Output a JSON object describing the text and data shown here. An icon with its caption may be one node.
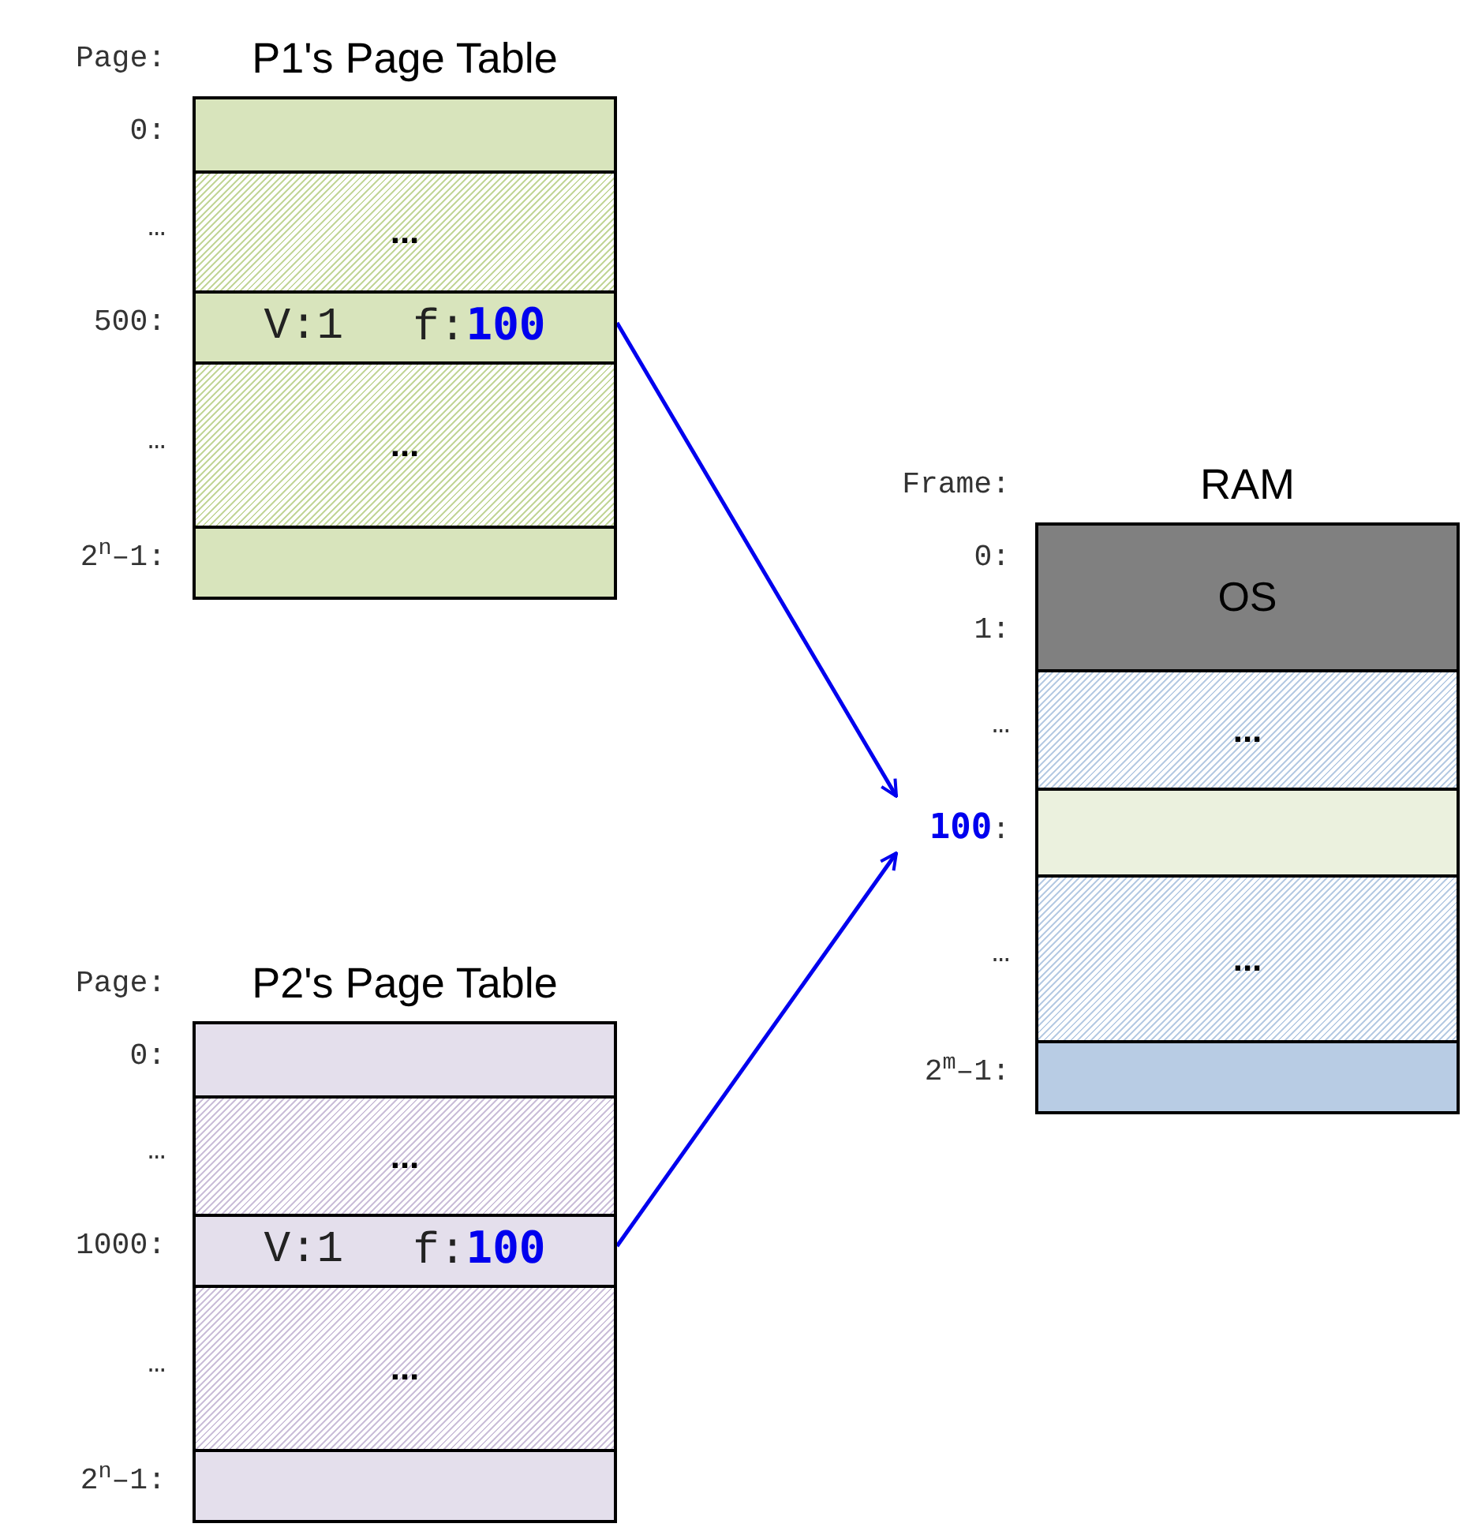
{
  "diagram": {
    "nodes": [
      {
        "text": [
          "P1's Page Table"
        ],
        "beside": [
          "Page:"
        ]
      },
      {
        "text": [],
        "shape": "box",
        "in": 0,
        "beside": [
          "0:"
        ]
      },
      {
        "text": [
          "..."
        ],
        "in": 0,
        "beside": [
          "…"
        ]
      },
      {
        "text": [
          "V:1",
          "f:**100**"
        ],
        "in": 0,
        "beside": [
          "500:"
        ]
      },
      {
        "text": [
          "..."
        ],
        "in": 0,
        "beside": [
          "…"
        ]
      },
      {
        "text": [],
        "shape": "box",
        "in": 0,
        "beside": [
          "2$^{n}$–1:"
        ]
      },
      {
        "text": [
          "RAM"
        ],
        "beside": [
          "Frame:"
        ]
      },
      {
        "text": [
          "OS"
        ],
        "in": 6,
        "beside": [
          "0:",
          "1:"
        ]
      },
      {
        "text": [
          "..."
        ],
        "in": 6,
        "beside": [
          "…"
        ]
      },
      {
        "text": [],
        "shape": "box",
        "in": 6,
        "beside": [
          "**100**:"
        ]
      },
      {
        "text": [
          "..."
        ],
        "in": 6,
        "beside": [
          "…"
        ]
      },
      {
        "text": [],
        "shape": "box",
        "in": 6,
        "beside": [
          "2$^{m}$–1:"
        ]
      },
      {
        "text": [
          "P2's Page Table"
        ],
        "beside": [
          "Page:"
        ]
      },
      {
        "text": [],
        "shape": "box",
        "in": 12,
        "beside": [
          "0:"
        ]
      },
      {
        "text": [
          "..."
        ],
        "in": 12,
        "beside": [
          "…"
        ]
      },
      {
        "text": [
          "V:1",
          "f:**100**"
        ],
        "in": 12,
        "beside": [
          "1000:"
        ]
      },
      {
        "text": [
          "..."
        ],
        "in": 12,
        "beside": [
          "…"
        ]
      },
      {
        "text": [],
        "shape": "box",
        "in": 12,
        "beside": [
          "2$^{n}$–1:"
        ]
      }
    ],
    "edges": [
      {
        "from": 3,
        "to": 9,
        "arrow": "to"
      },
      {
        "from": 15,
        "to": 9,
        "arrow": "to"
      }
    ]
  }
}
